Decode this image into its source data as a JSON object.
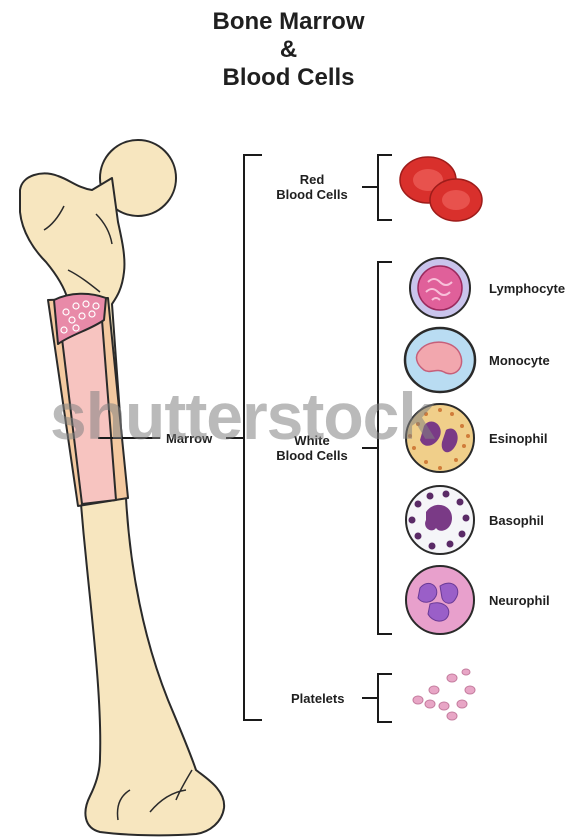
{
  "title": {
    "line1": "Bone Marrow",
    "line2": "&",
    "line3": "Blood Cells"
  },
  "labels": {
    "marrow": "Marrow",
    "red_line1": "Red",
    "red_line2": "Blood Cells",
    "white_line1": "White",
    "white_line2": "Blood Cells",
    "platelets": "Platelets"
  },
  "white_cells": [
    "Lymphocyte",
    "Monocyte",
    "Esinophil",
    "Basophil",
    "Neurophil"
  ],
  "watermark": "shutterstock",
  "colors": {
    "bone": "#f7e6bf",
    "bone_outline": "#2a2a2a",
    "marrow": "#f7c4c0",
    "spongy": "#e88aa8",
    "red_cell": "#d9302c",
    "lymph_nucleus": "#e0609a",
    "monocyte_fill": "#b9dcf2",
    "eos_fill": "#f0cf8a",
    "baso_nucleus": "#7a3a86",
    "neuro_fill": "#e8a0cc",
    "neuro_nucleus": "#9a5fc8",
    "platelet": "#e8a6c6"
  }
}
